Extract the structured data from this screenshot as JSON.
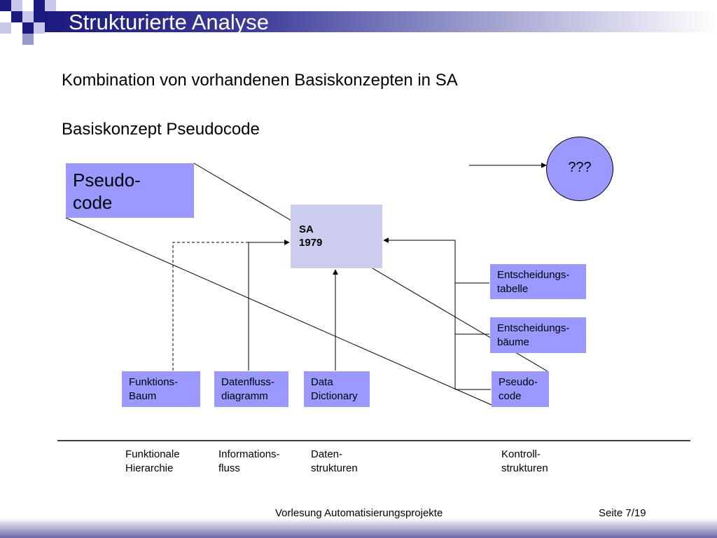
{
  "header": {
    "title": "Strukturierte Analyse"
  },
  "content": {
    "subtitle_1": "Kombination von vorhandenen Basiskonzepten in SA",
    "subtitle_2": "Basiskonzept Pseudocode"
  },
  "diagram": {
    "pseudo_big": "Pseudo-\ncode",
    "sa_box": "SA\n1979",
    "question_circle": "???",
    "leaf_boxes": {
      "funktions_baum": "Funktions-\nBaum",
      "datenfluss": "Datenfluss-\ndiagramm",
      "data_dictionary": "Data\nDictionary",
      "pseudo_code": "Pseudo-\ncode",
      "entscheidungs_tabelle": "Entscheidungs-\ntabelle",
      "entscheidungs_baeume": "Entscheidungs-\nbäume"
    },
    "bottom_labels": {
      "funktionale": "Funktionale\nHierarchie",
      "informationsfluss": "Informations-\nfluss",
      "datenstrukturen": "Daten-\nstrukturen",
      "kontrollstrukturen": "Kontroll-\nstrukturen"
    },
    "colors": {
      "box_fill": "#9999ff",
      "sa_fill": "#ccccee",
      "header_dark": "#1a1a80"
    }
  },
  "footer": {
    "lecture": "Vorlesung Automatisierungsprojekte",
    "page": "Seite 7/19"
  }
}
